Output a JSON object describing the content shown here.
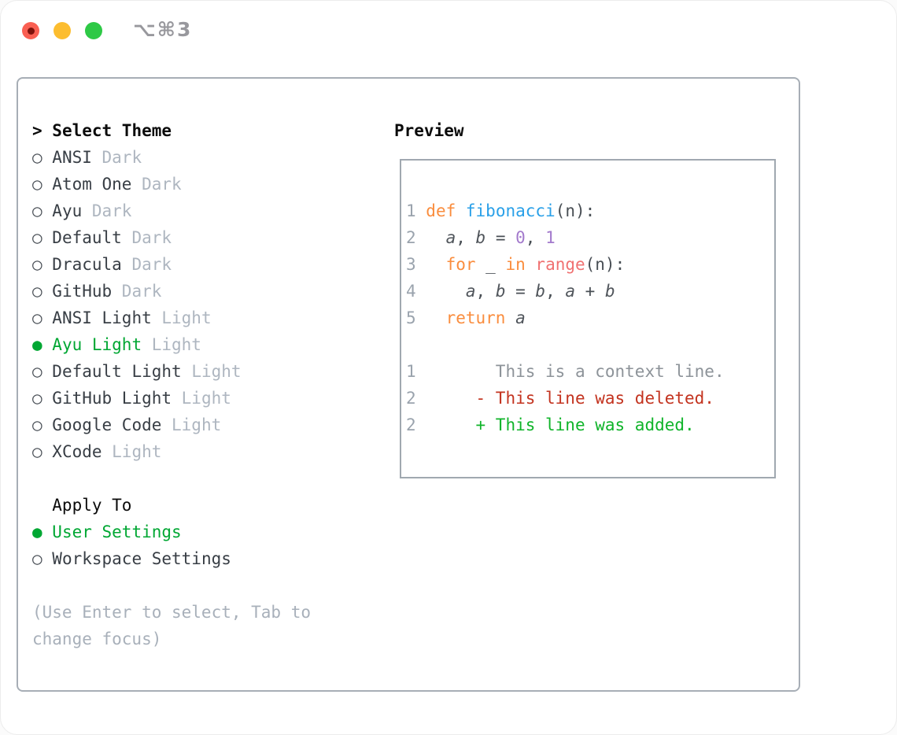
{
  "window": {
    "title": "⌥⌘3"
  },
  "titlebar_buttons": [
    {
      "name": "close"
    },
    {
      "name": "minimize"
    },
    {
      "name": "zoom"
    }
  ],
  "bullets": {
    "selected": "●",
    "unselected": "○"
  },
  "picker": {
    "prompt": "> ",
    "title": "Select Theme",
    "themes": [
      {
        "name": "ANSI",
        "variant": "Dark",
        "selected": false
      },
      {
        "name": "Atom One",
        "variant": "Dark",
        "selected": false
      },
      {
        "name": "Ayu",
        "variant": "Dark",
        "selected": false
      },
      {
        "name": "Default",
        "variant": "Dark",
        "selected": false
      },
      {
        "name": "Dracula",
        "variant": "Dark",
        "selected": false
      },
      {
        "name": "GitHub",
        "variant": "Dark",
        "selected": false
      },
      {
        "name": "ANSI Light",
        "variant": "Light",
        "selected": false
      },
      {
        "name": "Ayu Light",
        "variant": "Light",
        "selected": true
      },
      {
        "name": "Default Light",
        "variant": "Light",
        "selected": false
      },
      {
        "name": "GitHub Light",
        "variant": "Light",
        "selected": false
      },
      {
        "name": "Google Code",
        "variant": "Light",
        "selected": false
      },
      {
        "name": "XCode",
        "variant": "Light",
        "selected": false
      }
    ],
    "apply_to": {
      "title": "Apply To",
      "options": [
        {
          "label": "User Settings",
          "selected": true
        },
        {
          "label": "Workspace Settings",
          "selected": false
        }
      ]
    },
    "hint_lines": [
      "(Use Enter to select, Tab to",
      "change focus)"
    ]
  },
  "preview": {
    "title": "Preview",
    "code_lines": [
      {
        "num": "1",
        "tokens": [
          {
            "t": "def",
            "c": "kw"
          },
          {
            "t": " ",
            "c": "def"
          },
          {
            "t": "fibonacci",
            "c": "fn"
          },
          {
            "t": "(n):",
            "c": "def"
          }
        ]
      },
      {
        "num": "2",
        "tokens": [
          {
            "t": "  ",
            "c": "def"
          },
          {
            "t": "a",
            "c": "id"
          },
          {
            "t": ", ",
            "c": "def"
          },
          {
            "t": "b",
            "c": "id"
          },
          {
            "t": " = ",
            "c": "def"
          },
          {
            "t": "0",
            "c": "num"
          },
          {
            "t": ", ",
            "c": "def"
          },
          {
            "t": "1",
            "c": "num"
          }
        ]
      },
      {
        "num": "3",
        "tokens": [
          {
            "t": "  ",
            "c": "def"
          },
          {
            "t": "for",
            "c": "kw"
          },
          {
            "t": " _ ",
            "c": "def"
          },
          {
            "t": "in",
            "c": "kw"
          },
          {
            "t": " ",
            "c": "def"
          },
          {
            "t": "range",
            "c": "rng"
          },
          {
            "t": "(n):",
            "c": "def"
          }
        ]
      },
      {
        "num": "4",
        "tokens": [
          {
            "t": "    ",
            "c": "def"
          },
          {
            "t": "a",
            "c": "id"
          },
          {
            "t": ", ",
            "c": "def"
          },
          {
            "t": "b",
            "c": "id"
          },
          {
            "t": " = ",
            "c": "def"
          },
          {
            "t": "b",
            "c": "id"
          },
          {
            "t": ", ",
            "c": "def"
          },
          {
            "t": "a",
            "c": "id"
          },
          {
            "t": " + ",
            "c": "def"
          },
          {
            "t": "b",
            "c": "id"
          }
        ]
      },
      {
        "num": "5",
        "tokens": [
          {
            "t": "  ",
            "c": "def"
          },
          {
            "t": "return",
            "c": "kw"
          },
          {
            "t": " ",
            "c": "def"
          },
          {
            "t": "a",
            "c": "id"
          }
        ]
      },
      {
        "num": "",
        "tokens": []
      },
      {
        "num": "1",
        "tokens": [
          {
            "t": "       This is a context line.",
            "c": "ctx"
          }
        ]
      },
      {
        "num": "2",
        "tokens": [
          {
            "t": "     ",
            "c": "def"
          },
          {
            "t": "- This line was deleted.",
            "c": "del"
          }
        ]
      },
      {
        "num": "2",
        "tokens": [
          {
            "t": "     ",
            "c": "def"
          },
          {
            "t": "+ This line was added.",
            "c": "add"
          }
        ]
      }
    ]
  },
  "colors": {
    "keyword_orange": "#fa8d3e",
    "function_blue": "#2aa0e8",
    "number_purple": "#a37acc",
    "range_coral": "#f07171",
    "deleted_red": "#c3331f",
    "added_green": "#10b42a",
    "selected_green": "#00a733",
    "variant_gray": "#aeb6c0",
    "hint_gray": "#a8b0ba",
    "line_number_gray": "#9aa3ad",
    "panel_border_gray": "#a7aeb6",
    "traffic_red": "#f95f52",
    "traffic_yellow": "#fcbd2f",
    "traffic_green": "#2ec946"
  }
}
